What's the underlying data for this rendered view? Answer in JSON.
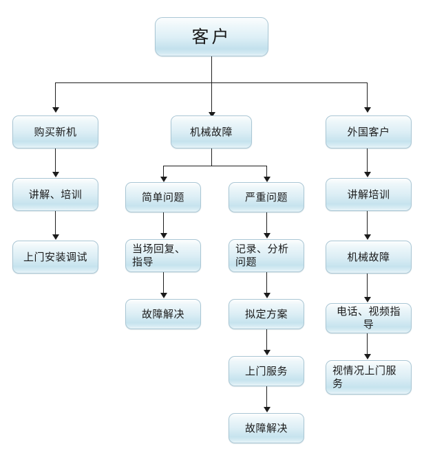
{
  "diagram": {
    "title_node": {
      "label": "客户"
    },
    "branches": [
      {
        "name": "purchase-new-machine",
        "root": "购买新机",
        "steps": [
          "讲解、培训",
          "上门安装调试"
        ]
      },
      {
        "name": "mechanical-fault",
        "root": "机械故障",
        "sub_branches": [
          {
            "name": "simple-problem",
            "root": "简单问题",
            "steps": [
              "当场回复、指导",
              "故障解决"
            ]
          },
          {
            "name": "serious-problem",
            "root": "严重问题",
            "steps": [
              "记录、分析问题",
              "拟定方案",
              "上门服务",
              "故障解决"
            ]
          }
        ]
      },
      {
        "name": "foreign-customer",
        "root": "外国客户",
        "steps": [
          "讲解培训",
          "机械故障",
          "电话、视频指导",
          "视情况上门服务"
        ]
      }
    ]
  },
  "colors": {
    "box_border": "#a9c6d4",
    "box_fill_top": "#fdfefe",
    "box_fill_mid": "#dceef5",
    "box_fill_bottom": "#c6e3ee",
    "connector": "#1c1c1c",
    "text": "#1a1a1a",
    "background": "#ffffff"
  }
}
